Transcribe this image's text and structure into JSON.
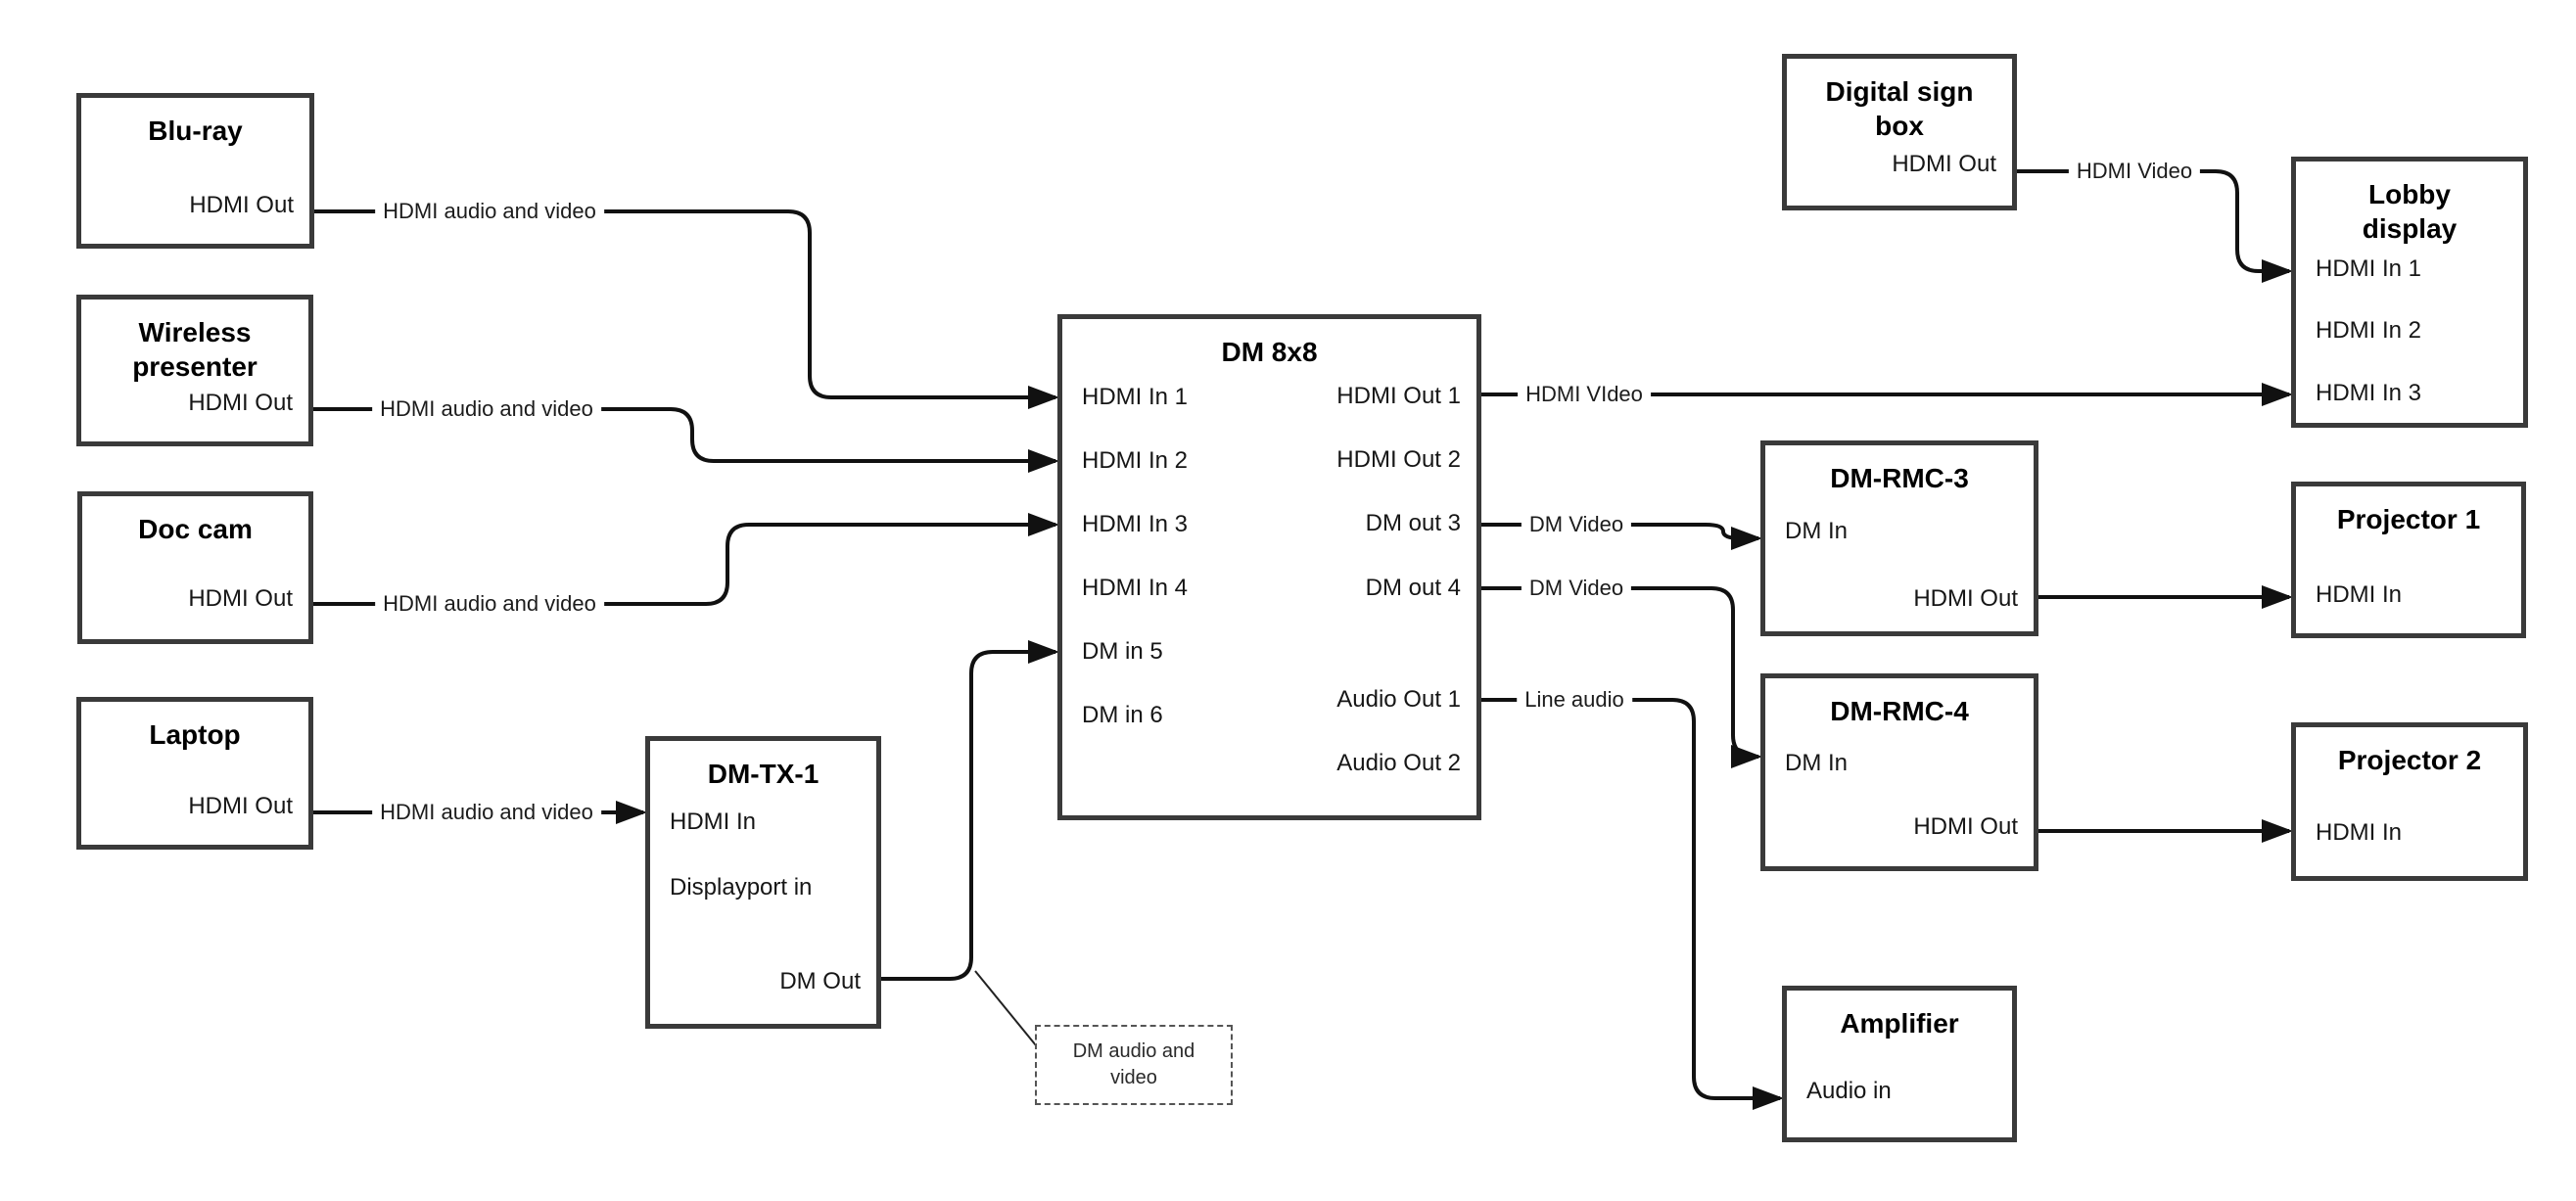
{
  "colors": {
    "line": "#111111",
    "box_border": "#3a3a3a",
    "background": "#ffffff",
    "text": "#111111"
  },
  "diagram": {
    "boxes": [
      {
        "id": "blu-ray",
        "title": "Blu-ray",
        "ports": [
          {
            "id": "hdmi-out",
            "label": "HDMI Out"
          }
        ]
      },
      {
        "id": "wireless-presenter",
        "title": "Wireless presenter",
        "ports": [
          {
            "id": "hdmi-out",
            "label": "HDMI Out"
          }
        ]
      },
      {
        "id": "doc-cam",
        "title": "Doc cam",
        "ports": [
          {
            "id": "hdmi-out",
            "label": "HDMI Out"
          }
        ]
      },
      {
        "id": "laptop",
        "title": "Laptop",
        "ports": [
          {
            "id": "hdmi-out",
            "label": "HDMI Out"
          }
        ]
      },
      {
        "id": "dm-tx-1",
        "title": "DM-TX-1",
        "ports": [
          {
            "id": "hdmi-in",
            "label": "HDMI In"
          },
          {
            "id": "displayport-in",
            "label": "Displayport in"
          },
          {
            "id": "dm-out",
            "label": "DM Out"
          }
        ]
      },
      {
        "id": "dm-8x8",
        "title": "DM 8x8",
        "ports": [
          {
            "id": "hdmi-in-1",
            "label": "HDMI In 1"
          },
          {
            "id": "hdmi-in-2",
            "label": "HDMI In 2"
          },
          {
            "id": "hdmi-in-3",
            "label": "HDMI In 3"
          },
          {
            "id": "hdmi-in-4",
            "label": "HDMI In 4"
          },
          {
            "id": "dm-in-5",
            "label": "DM in 5"
          },
          {
            "id": "dm-in-6",
            "label": "DM in 6"
          },
          {
            "id": "hdmi-out-1",
            "label": "HDMI Out 1"
          },
          {
            "id": "hdmi-out-2",
            "label": "HDMI Out 2"
          },
          {
            "id": "dm-out-3",
            "label": "DM out 3"
          },
          {
            "id": "dm-out-4",
            "label": "DM out 4"
          },
          {
            "id": "audio-out-1",
            "label": "Audio Out 1"
          },
          {
            "id": "audio-out-2",
            "label": "Audio Out 2"
          }
        ]
      },
      {
        "id": "digital-sign-box",
        "title": "Digital sign box",
        "ports": [
          {
            "id": "hdmi-out",
            "label": "HDMI Out"
          }
        ]
      },
      {
        "id": "lobby-display",
        "title": "Lobby display",
        "ports": [
          {
            "id": "hdmi-in-1",
            "label": "HDMI In 1"
          },
          {
            "id": "hdmi-in-2",
            "label": "HDMI In 2"
          },
          {
            "id": "hdmi-in-3",
            "label": "HDMI In 3"
          }
        ]
      },
      {
        "id": "dm-rmc-3",
        "title": "DM-RMC-3",
        "ports": [
          {
            "id": "dm-in",
            "label": "DM In"
          },
          {
            "id": "hdmi-out",
            "label": "HDMI Out"
          }
        ]
      },
      {
        "id": "projector-1",
        "title": "Projector 1",
        "ports": [
          {
            "id": "hdmi-in",
            "label": "HDMI In"
          }
        ]
      },
      {
        "id": "dm-rmc-4",
        "title": "DM-RMC-4",
        "ports": [
          {
            "id": "dm-in",
            "label": "DM In"
          },
          {
            "id": "hdmi-out",
            "label": "HDMI Out"
          }
        ]
      },
      {
        "id": "projector-2",
        "title": "Projector 2",
        "ports": [
          {
            "id": "hdmi-in",
            "label": "HDMI In"
          }
        ]
      },
      {
        "id": "amplifier",
        "title": "Amplifier",
        "ports": [
          {
            "id": "audio-in",
            "label": "Audio in"
          }
        ]
      }
    ],
    "edges": [
      {
        "id": "bluray-to-dm8x8-in1",
        "from": "blu-ray.hdmi-out",
        "to": "dm-8x8.hdmi-in-1",
        "label": "HDMI audio and video"
      },
      {
        "id": "wireless-to-dm8x8-in2",
        "from": "wireless-presenter.hdmi-out",
        "to": "dm-8x8.hdmi-in-2",
        "label": "HDMI audio and video"
      },
      {
        "id": "doccam-to-dm8x8-in3",
        "from": "doc-cam.hdmi-out",
        "to": "dm-8x8.hdmi-in-3",
        "label": "HDMI audio and video"
      },
      {
        "id": "laptop-to-dmtx1",
        "from": "laptop.hdmi-out",
        "to": "dm-tx-1.hdmi-in",
        "label": "HDMI audio and video"
      },
      {
        "id": "dmtx1-to-dm8x8-in5",
        "from": "dm-tx-1.dm-out",
        "to": "dm-8x8.dm-in-5",
        "label": ""
      },
      {
        "id": "dm8x8-out1-to-lobby-in3",
        "from": "dm-8x8.hdmi-out-1",
        "to": "lobby-display.hdmi-in-3",
        "label": "HDMI VIdeo"
      },
      {
        "id": "dm8x8-out3-to-rmc3",
        "from": "dm-8x8.dm-out-3",
        "to": "dm-rmc-3.dm-in",
        "label": "DM Video"
      },
      {
        "id": "dm8x8-out4-to-rmc4",
        "from": "dm-8x8.dm-out-4",
        "to": "dm-rmc-4.dm-in",
        "label": "DM Video"
      },
      {
        "id": "dm8x8-audio1-to-amplifier",
        "from": "dm-8x8.audio-out-1",
        "to": "amplifier.audio-in",
        "label": "Line audio"
      },
      {
        "id": "signbox-to-lobby-in1",
        "from": "digital-sign-box.hdmi-out",
        "to": "lobby-display.hdmi-in-1",
        "label": "HDMI Video"
      },
      {
        "id": "rmc3-to-projector1",
        "from": "dm-rmc-3.hdmi-out",
        "to": "projector-1.hdmi-in",
        "label": ""
      },
      {
        "id": "rmc4-to-projector2",
        "from": "dm-rmc-4.hdmi-out",
        "to": "projector-2.hdmi-in",
        "label": ""
      }
    ],
    "note": {
      "text": "DM audio and video",
      "attached_to": "dmtx1-to-dm8x8-in5"
    }
  }
}
